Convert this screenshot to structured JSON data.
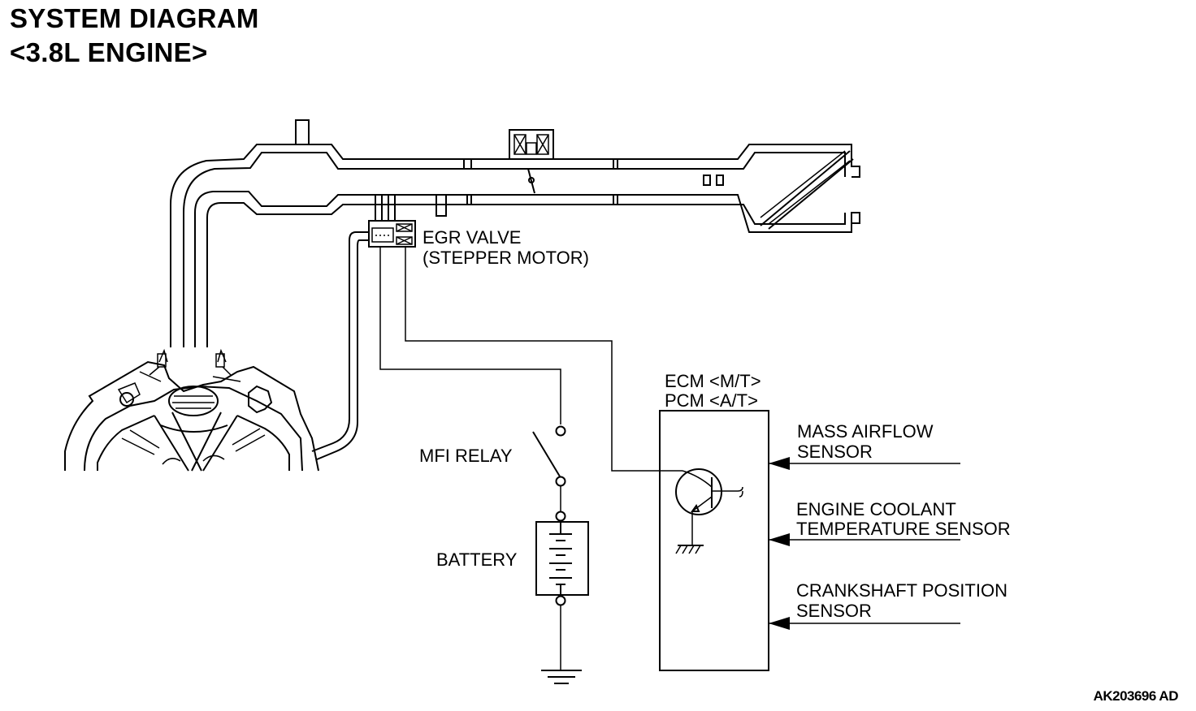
{
  "title": {
    "line1": "SYSTEM DIAGRAM",
    "line2": "<3.8L ENGINE>"
  },
  "labels": {
    "egr_valve": "EGR VALVE",
    "stepper_motor": "(STEPPER MOTOR)",
    "ecm": "ECM <M/T>",
    "pcm": "PCM <A/T>",
    "mfi_relay": "MFI RELAY",
    "battery": "BATTERY"
  },
  "inputs": [
    {
      "line1": "MASS AIRFLOW",
      "line2": "SENSOR"
    },
    {
      "line1": "ENGINE COOLANT",
      "line2": "TEMPERATURE SENSOR"
    },
    {
      "line1": "CRANKSHAFT POSITION",
      "line2": "SENSOR"
    }
  ],
  "reference_code": "AK203696 AD"
}
